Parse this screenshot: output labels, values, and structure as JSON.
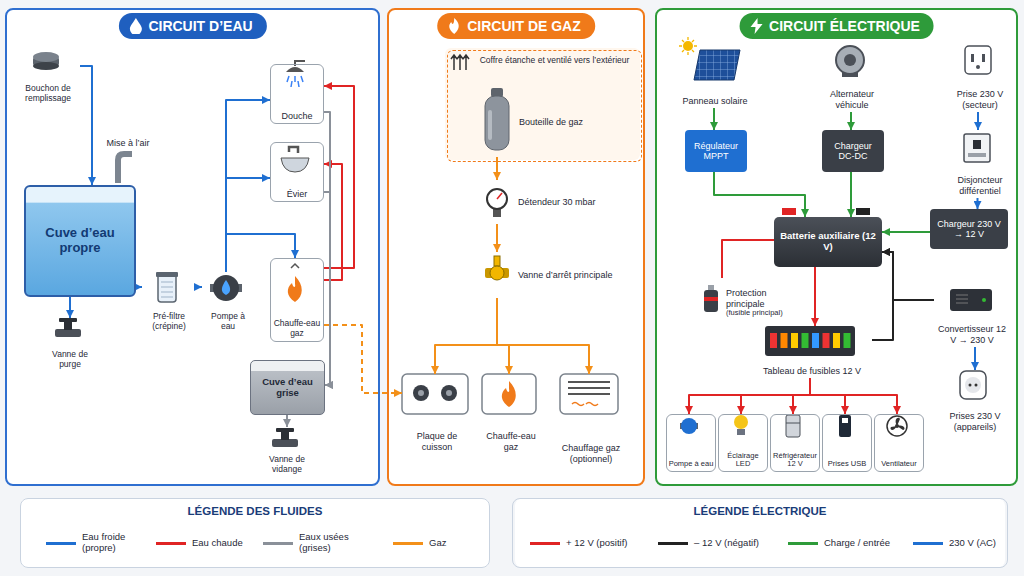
{
  "diagram": {
    "nodes": [
      {
        "text": [
          "CIRCUIT D’EAU"
        ]
      },
      {
        "text": [
          "Bouchon de remplissage"
        ],
        "in": 0
      },
      {
        "text": [
          "Cuve d’eau propre"
        ],
        "in": 0
      },
      {
        "text": [
          "Vanne de purge"
        ],
        "in": 0
      },
      {
        "text": [
          "Pré-filtre (crépine)"
        ],
        "in": 0
      },
      {
        "text": [
          "Pompe à eau"
        ],
        "in": 0
      },
      {
        "text": [
          "Douche"
        ],
        "in": 0
      },
      {
        "text": [
          "Évier"
        ],
        "in": 0
      },
      {
        "text": [
          "Chauffe-eau gaz"
        ],
        "in": 0
      },
      {
        "text": [
          "Cuve d’eau grise"
        ],
        "in": 0
      },
      {
        "text": [
          "Vanne de vidange"
        ],
        "in": 0
      },
      {
        "text": [
          "CIRCUIT DE GAZ"
        ]
      },
      {
        "text": [
          "Coffre étanche et ventilé vers l’extérieur"
        ],
        "in": 11
      },
      {
        "text": [
          "Bouteille de gaz"
        ],
        "in": 12
      },
      {
        "text": [
          "Détendeur 30 mbar"
        ],
        "in": 11
      },
      {
        "text": [
          "Vanne d’arrêt principale"
        ],
        "in": 11
      },
      {
        "text": [
          "Plaque de cuisson"
        ],
        "in": 11
      },
      {
        "text": [
          "Chauffe-eau gaz"
        ],
        "in": 11
      },
      {
        "text": [
          "Chauffage gaz (optionnel)"
        ],
        "in": 11
      },
      {
        "text": [
          "CIRCUIT ÉLECTRIQUE"
        ]
      },
      {
        "text": [
          "Panneau solaire"
        ],
        "in": 19
      },
      {
        "text": [
          "Alternateur véhicule"
        ],
        "in": 19
      },
      {
        "text": [
          "Prise 230 V (secteur)"
        ],
        "in": 19
      },
      {
        "text": [
          "Régulateur MPPT"
        ],
        "in": 19
      },
      {
        "text": [
          "Chargeur DC-DC"
        ],
        "in": 19
      },
      {
        "text": [
          "Disjoncteur différentiel"
        ],
        "in": 19
      },
      {
        "text": [
          "Chargeur 230 V → 12 V"
        ],
        "in": 19
      },
      {
        "text": [
          "Batterie auxiliaire (12 V)"
        ],
        "in": 19
      },
      {
        "text": [
          "Protection principale",
          "(fusible principal)"
        ],
        "in": 19
      },
      {
        "text": [
          "Tableau de fusibles 12 V"
        ],
        "in": 19
      },
      {
        "text": [
          "Convertisseur 12 V → 230 V"
        ],
        "in": 19
      },
      {
        "text": [
          "Prises 230 V (appareils)"
        ],
        "in": 19
      },
      {
        "text": [
          "Pompe à eau"
        ],
        "in": 19
      },
      {
        "text": [
          "Éclairage LED"
        ],
        "in": 19
      },
      {
        "text": [
          "Réfrigérateur 12 V"
        ],
        "in": 19
      },
      {
        "text": [
          "Prises USB"
        ],
        "in": 19
      },
      {
        "text": [
          "Ventilateur"
        ],
        "in": 19
      },
      {
        "text": [
          "LÉGENDE DES FLUIDES"
        ]
      },
      {
        "text": [
          "LÉGENDE ÉLECTRIQUE"
        ]
      }
    ],
    "edges": [
      {
        "from": 1,
        "to": 2,
        "arrow": "to"
      },
      {
        "from": 2,
        "to": 3,
        "arrow": "to"
      },
      {
        "from": 2,
        "to": 4,
        "arrow": "to"
      },
      {
        "from": 4,
        "to": 5,
        "arrow": "to"
      },
      {
        "from": 5,
        "to": 6,
        "arrow": "to"
      },
      {
        "from": 5,
        "to": 7,
        "arrow": "to"
      },
      {
        "from": 5,
        "to": 8,
        "arrow": "to"
      },
      {
        "from": 8,
        "to": 6,
        "arrow": "to"
      },
      {
        "from": 8,
        "to": 7,
        "arrow": "to"
      },
      {
        "from": 6,
        "to": 9,
        "arrow": "to"
      },
      {
        "from": 7,
        "to": 9,
        "arrow": "to"
      },
      {
        "from": 9,
        "to": 10,
        "arrow": "to"
      },
      {
        "from": 8,
        "to": 16,
        "arrow": "to"
      },
      {
        "from": 13,
        "to": 14,
        "arrow": "to"
      },
      {
        "from": 14,
        "to": 15,
        "arrow": "to"
      },
      {
        "from": 15,
        "to": 16,
        "arrow": "to"
      },
      {
        "from": 15,
        "to": 17,
        "arrow": "to"
      },
      {
        "from": 15,
        "to": 18,
        "arrow": "to"
      },
      {
        "from": 20,
        "to": 23,
        "arrow": "to"
      },
      {
        "from": 21,
        "to": 24,
        "arrow": "to"
      },
      {
        "from": 22,
        "to": 25,
        "arrow": "to"
      },
      {
        "from": 25,
        "to": 26,
        "arrow": "to"
      },
      {
        "from": 23,
        "to": 27,
        "arrow": "to"
      },
      {
        "from": 24,
        "to": 27,
        "arrow": "to"
      },
      {
        "from": 26,
        "to": 27,
        "arrow": "to"
      },
      {
        "from": 27,
        "to": 28,
        "arrow": "none"
      },
      {
        "from": 27,
        "to": 29,
        "arrow": "to"
      },
      {
        "from": 29,
        "to": 27,
        "arrow": "to"
      },
      {
        "from": 30,
        "to": 27,
        "arrow": "to"
      },
      {
        "from": 30,
        "to": 31,
        "arrow": "to"
      },
      {
        "from": 29,
        "to": 32,
        "arrow": "to"
      },
      {
        "from": 29,
        "to": 33,
        "arrow": "to"
      },
      {
        "from": 29,
        "to": 34,
        "arrow": "to"
      },
      {
        "from": 29,
        "to": 35,
        "arrow": "to"
      },
      {
        "from": 29,
        "to": 36,
        "arrow": "to"
      }
    ],
    "labels": [
      "Mise à l’air"
    ],
    "legend": [
      {
        "text": "Eau froide (propre)",
        "color": "#1f6fd1"
      },
      {
        "text": "Eau chaude",
        "color": "#e02424"
      },
      {
        "text": "Eaux usées (grises)",
        "color": "#8a9099"
      },
      {
        "text": "Gaz",
        "color": "#f39019"
      },
      {
        "text": "+ 12 V (positif)",
        "color": "#e02424"
      },
      {
        "text": "– 12 V (négatif)",
        "color": "#222222"
      },
      {
        "text": "Charge / entrée",
        "color": "#2e9b3a"
      },
      {
        "text": "230 V (AC)",
        "color": "#1f6fd1"
      }
    ]
  }
}
